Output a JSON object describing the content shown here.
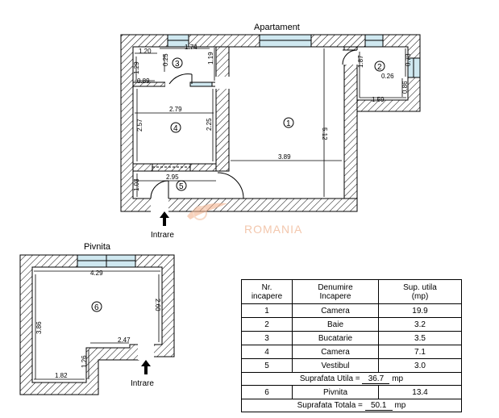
{
  "titles": {
    "apartment": "Apartament",
    "basement": "Pivnita"
  },
  "watermark": "ROMANIA",
  "entrance_label": "Intrare",
  "room_numbers": [
    "1",
    "2",
    "3",
    "4",
    "5",
    "6"
  ],
  "dimensions": {
    "d120": "1.20",
    "d174": "1.74",
    "d025": "0.25",
    "d129": "1.29",
    "d119": "1.19",
    "d089": "0.89",
    "d279": "2.79",
    "d257": "2.57",
    "d225": "2.25",
    "d389": "3.89",
    "d512": "5.12",
    "d295": "2.95",
    "d103": "1.03",
    "d187": "1.87",
    "d026": "0.26",
    "d073": "0.73",
    "d086": "0.86",
    "d159": "1.59",
    "d429": "4.29",
    "d386": "3.86",
    "d260": "2.60",
    "d247": "2.47",
    "d126": "1.26",
    "d182": "1.82"
  },
  "legend": {
    "headers": [
      "Nr.\nincapere",
      "Denumire\nIncapere",
      "Sup. utila\n(mp)"
    ],
    "rows": [
      [
        "1",
        "Camera",
        "19.9"
      ],
      [
        "2",
        "Baie",
        "3.2"
      ],
      [
        "3",
        "Bucatarie",
        "3.5"
      ],
      [
        "4",
        "Camera",
        "7.1"
      ],
      [
        "5",
        "Vestibul",
        "3.0"
      ]
    ],
    "usable_label": "Suprafata Utila =",
    "usable_value": "36.7",
    "unit": "mp",
    "basement_row": [
      "6",
      "Pivnita",
      "13.4"
    ],
    "total_label": "Suprafata Totala =",
    "total_value": "50.1"
  }
}
